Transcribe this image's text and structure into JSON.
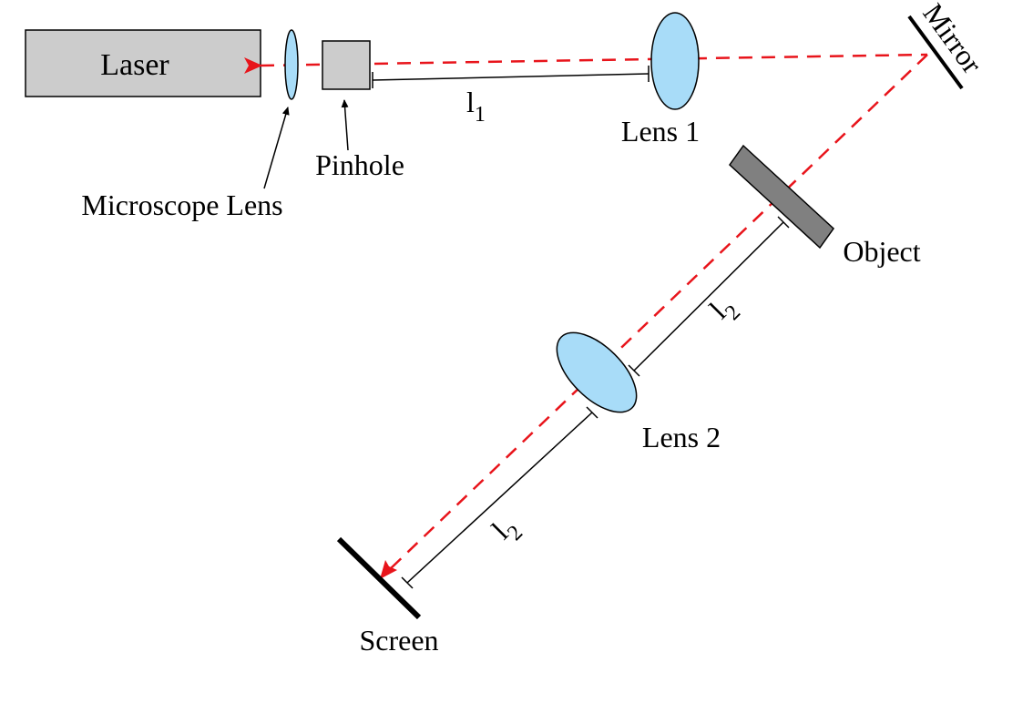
{
  "labels": {
    "laser": "Laser",
    "microscope_lens": "Microscope Lens",
    "pinhole": "Pinhole",
    "l1_main": "l",
    "l1_sub": "1",
    "lens1": "Lens 1",
    "mirror": "Mirror",
    "object": "Object",
    "l2_main": "l",
    "l2_sub": "2",
    "lens2": "Lens 2",
    "screen": "Screen"
  },
  "colors": {
    "beam": "#e8141b",
    "lens_fill": "#a8dcf8",
    "laser_fill": "#cccccc",
    "object_fill": "#808080",
    "line": "#000000"
  }
}
